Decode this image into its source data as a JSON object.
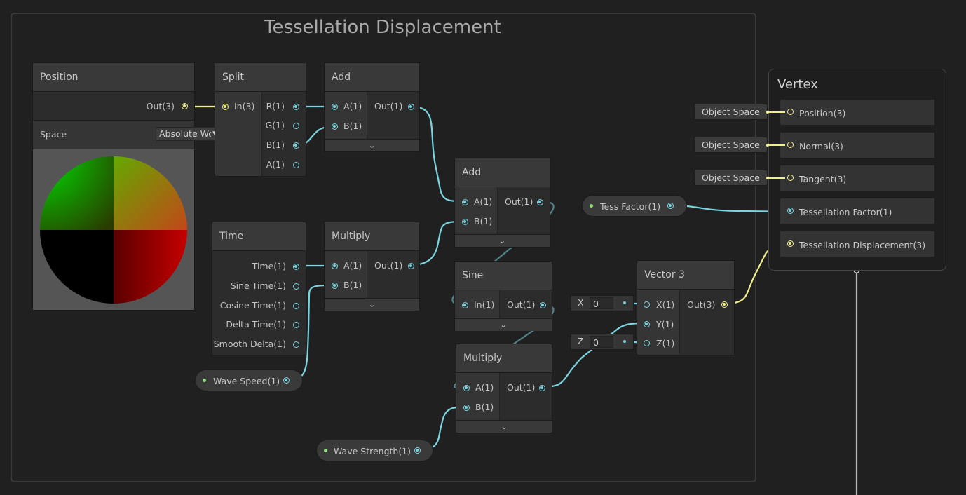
{
  "group": {
    "title": "Tessellation Displacement"
  },
  "position_node": {
    "title": "Position",
    "out": "Out(3)",
    "space_label": "Space",
    "space_value": "Absolute Wo"
  },
  "split_node": {
    "title": "Split",
    "in": "In(3)",
    "outs": [
      "R(1)",
      "G(1)",
      "B(1)",
      "A(1)"
    ]
  },
  "add1_node": {
    "title": "Add",
    "ins": [
      "A(1)",
      "B(1)"
    ],
    "out": "Out(1)"
  },
  "add2_node": {
    "title": "Add",
    "ins": [
      "A(1)",
      "B(1)"
    ],
    "out": "Out(1)"
  },
  "time_node": {
    "title": "Time",
    "outs": [
      "Time(1)",
      "Sine Time(1)",
      "Cosine Time(1)",
      "Delta Time(1)",
      "Smooth Delta(1)"
    ]
  },
  "multiply1_node": {
    "title": "Multiply",
    "ins": [
      "A(1)",
      "B(1)"
    ],
    "out": "Out(1)"
  },
  "sine_node": {
    "title": "Sine",
    "in": "In(1)",
    "out": "Out(1)"
  },
  "multiply2_node": {
    "title": "Multiply",
    "ins": [
      "A(1)",
      "B(1)"
    ],
    "out": "Out(1)"
  },
  "vector3_node": {
    "title": "Vector 3",
    "ins": [
      "X(1)",
      "Y(1)",
      "Z(1)"
    ],
    "out": "Out(3)"
  },
  "x_field": {
    "label": "X",
    "value": "0"
  },
  "z_field": {
    "label": "Z",
    "value": "0"
  },
  "properties": {
    "wave_speed": "Wave Speed(1)",
    "wave_strength": "Wave Strength(1)",
    "tess_factor": "Tess Factor(1)"
  },
  "vertex": {
    "title": "Vertex",
    "slots": [
      "Position(3)",
      "Normal(3)",
      "Tangent(3)",
      "Tessellation Factor(1)",
      "Tessellation Displacement(3)"
    ],
    "space_tags": [
      "Object Space",
      "Object Space",
      "Object Space"
    ]
  },
  "colors": {
    "float_port": "#7ad5e0",
    "vector3_port": "#f0ee8a",
    "property_dot": "#8fe07a",
    "background": "#202020"
  }
}
